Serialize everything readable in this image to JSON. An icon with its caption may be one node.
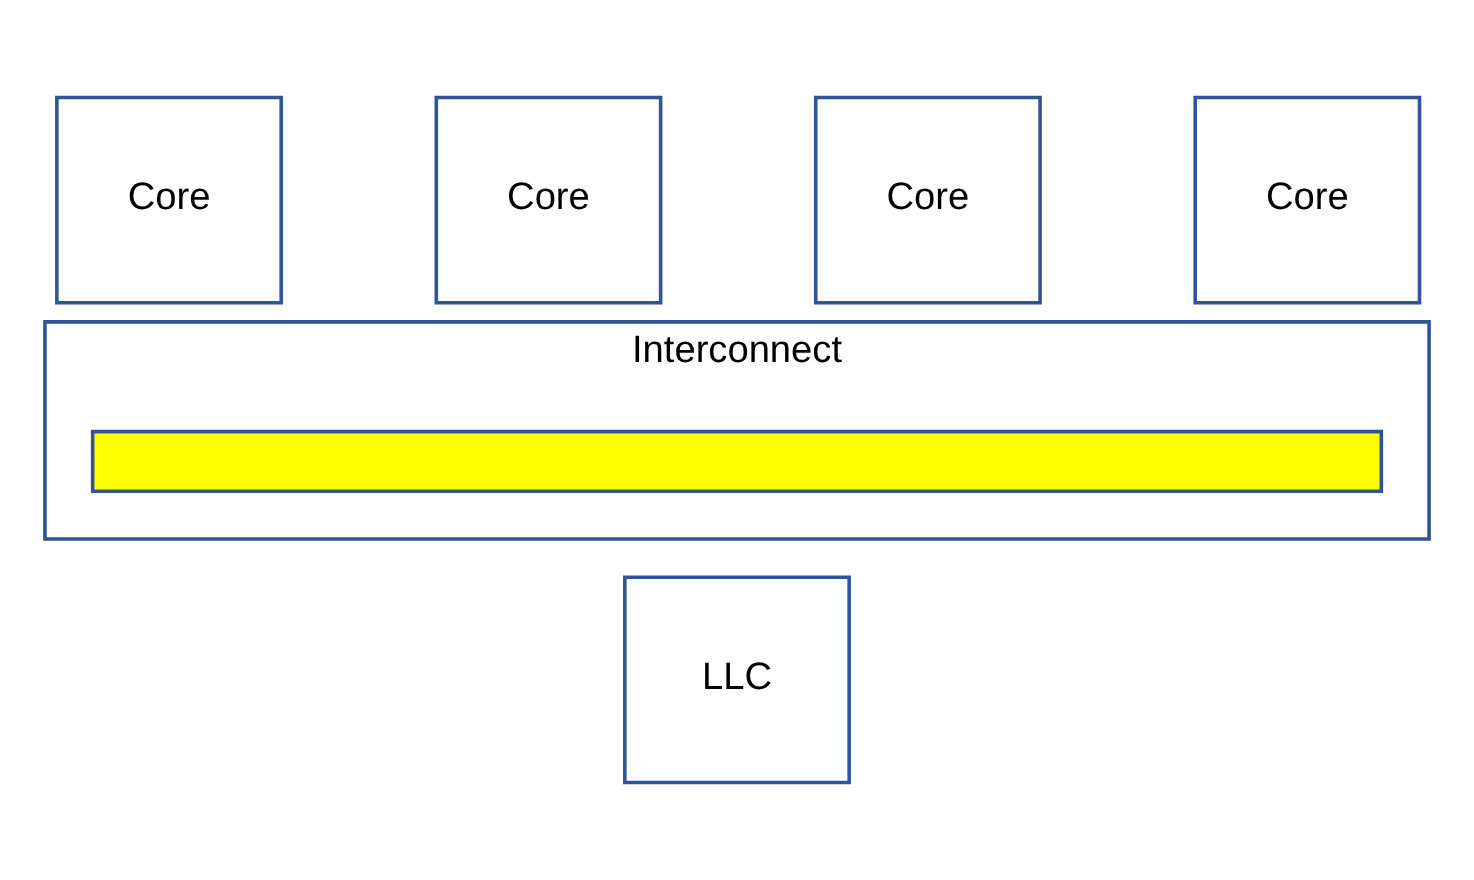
{
  "diagram": {
    "nodes": [
      {
        "text": [
          "Core"
        ]
      },
      {
        "text": [
          "Core"
        ]
      },
      {
        "text": [
          "Core"
        ]
      },
      {
        "text": [
          "Core"
        ]
      },
      {
        "text": [
          "Interconnect"
        ]
      },
      {
        "text": [],
        "shape": "bar",
        "in": 4
      },
      {
        "text": [
          "LLC"
        ]
      }
    ]
  }
}
